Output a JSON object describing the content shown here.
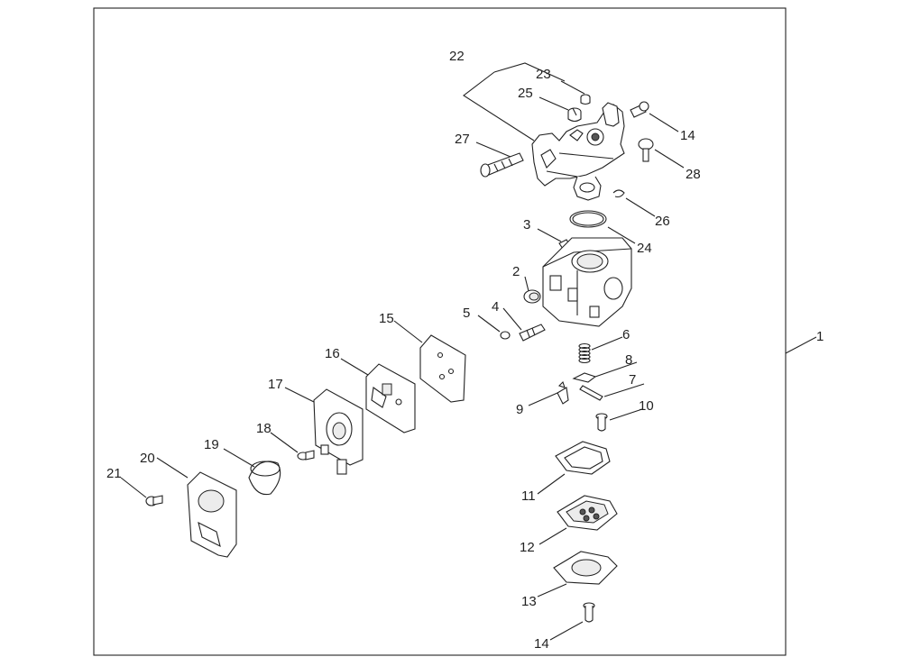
{
  "diagram": {
    "frame_label": "1",
    "callouts": {
      "c1": "1",
      "c2": "2",
      "c3": "3",
      "c4": "4",
      "c5": "5",
      "c6": "6",
      "c7": "7",
      "c8": "8",
      "c9": "9",
      "c10": "10",
      "c11": "11",
      "c12": "12",
      "c13": "13",
      "c14a": "14",
      "c14b": "14",
      "c15": "15",
      "c16": "16",
      "c17": "17",
      "c18": "18",
      "c19": "19",
      "c20": "20",
      "c21": "21",
      "c22": "22",
      "c23": "23",
      "c24": "24",
      "c25": "25",
      "c26": "26",
      "c27": "27",
      "c28": "28"
    }
  }
}
